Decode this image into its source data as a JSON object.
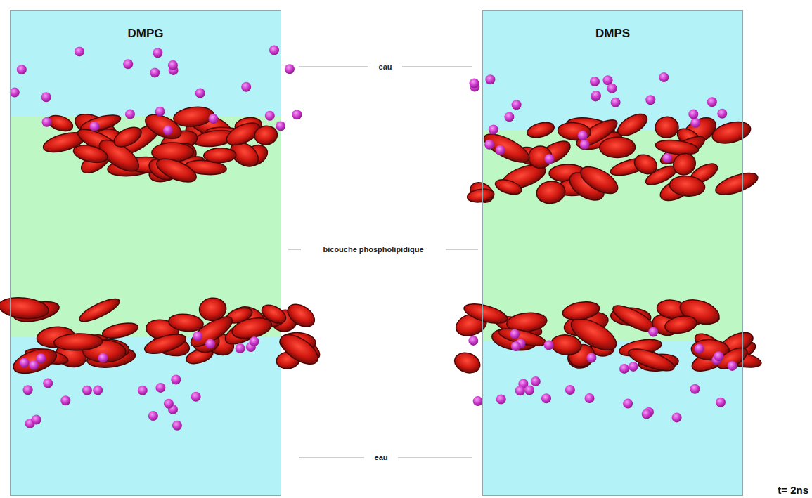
{
  "diagram": {
    "nodes": [
      {
        "text": [
          "DMPG"
        ]
      },
      {
        "text": [
          "DMPS"
        ]
      }
    ],
    "labels": [
      "eau",
      "bicouche phospholipidique",
      "eau",
      "t= 2ns"
    ]
  }
}
